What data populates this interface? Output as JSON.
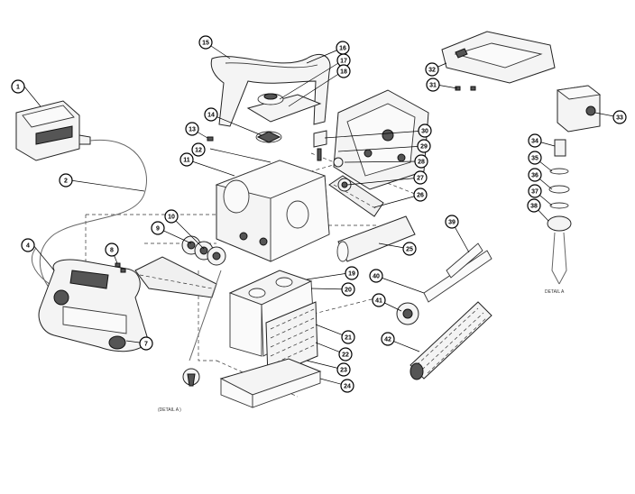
{
  "callouts": [
    "1",
    "2",
    "4",
    "7",
    "8",
    "9",
    "10",
    "11",
    "12",
    "13",
    "14",
    "15",
    "16",
    "17",
    "18",
    "19",
    "20",
    "21",
    "22",
    "23",
    "24",
    "25",
    "26",
    "27",
    "28",
    "29",
    "30",
    "31",
    "32",
    "33",
    "34",
    "35",
    "36",
    "37",
    "38",
    "39",
    "40",
    "41",
    "42"
  ],
  "notes": {
    "detail_a_left": "(DETAIL A )",
    "detail_a_right": "DETAIL A"
  },
  "colors": {
    "line": "#000000",
    "fill": "#f4f4f4",
    "background": "#ffffff"
  }
}
